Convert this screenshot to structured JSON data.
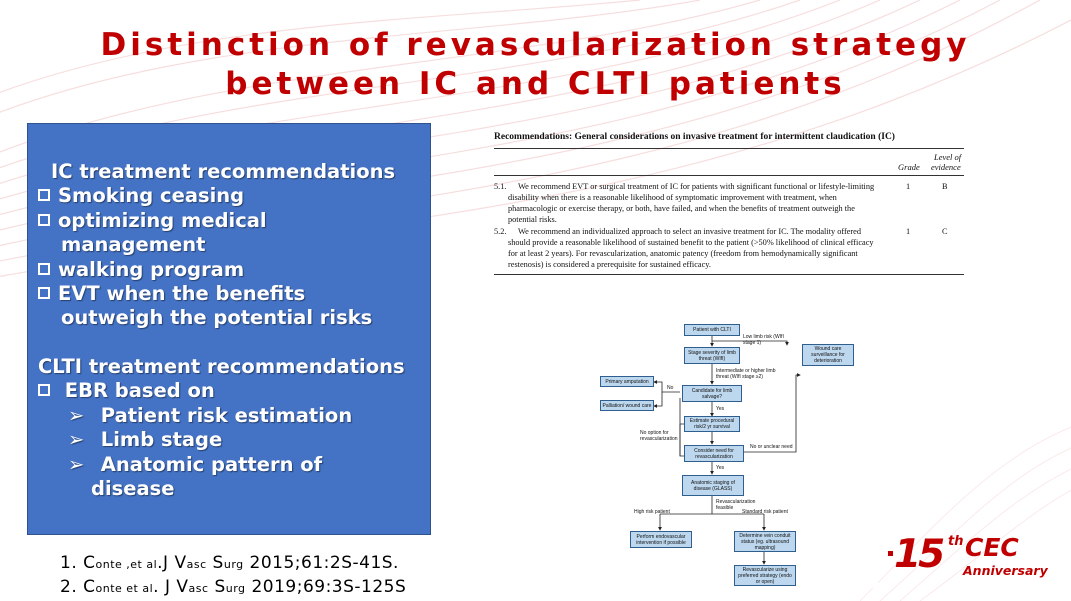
{
  "slide": {
    "title_line1": "Distinction of revascularization strategy",
    "title_line2": "between IC and CLTI patients"
  },
  "bluebox": {
    "ic_heading": "IC treatment recommendations",
    "ic_items": [
      "Smoking ceasing",
      "optimizing medical",
      "management",
      "walking program",
      "EVT when the benefits",
      "outweigh the potential risks"
    ],
    "clti_heading": "CLTI treatment recommendations",
    "clti_item": "EBR based on",
    "clti_subitems": [
      "Patient risk estimation",
      "Limb stage",
      "Anatomic pattern of",
      "disease"
    ]
  },
  "references": {
    "ref1_num": "1. ",
    "ref1_author_C": "C",
    "ref1_author_rest": "onte ,et al",
    "ref1_J": ".J V",
    "ref1_asc": "asc",
    "ref1_S": " S",
    "ref1_urg": "urg",
    "ref1_tail": " 2015;61:2S-41S.",
    "ref2_num": "2. ",
    "ref2_author_C": "C",
    "ref2_author_rest": "onte et al",
    "ref2_J": ". J V",
    "ref2_asc": "asc",
    "ref2_S": " S",
    "ref2_urg": "urg",
    "ref2_tail": " 2019;69:3S-125S"
  },
  "rec_table": {
    "title": "Recommendations: General considerations on invasive treatment for intermittent claudication (IC)",
    "col_grade": "Grade",
    "col_level1": "Level of",
    "col_level2": "evidence",
    "rows": [
      {
        "num": "5.1.",
        "text": "We recommend EVT or surgical treatment of IC for patients with significant functional or lifestyle-limiting disability when there is a reasonable likelihood of symptomatic improvement with treatment, when pharmacologic or exercise therapy, or both, have failed, and when the benefits of treatment outweigh the potential risks.",
        "grade": "1",
        "evidence": "B"
      },
      {
        "num": "5.2.",
        "text": "We recommend an individualized approach to select an invasive treatment for IC. The modality offered should provide a reasonable likelihood of sustained benefit to the patient (>50% likelihood of clinical efficacy for at least 2 years). For revascularization, anatomic patency (freedom from hemodynamically significant restenosis) is considered a prerequisite for sustained efficacy.",
        "grade": "1",
        "evidence": "C"
      }
    ]
  },
  "flowchart": {
    "patient": "Patient with CLTI",
    "stage": "Stage severity of limb threat (WIfI)",
    "low_risk": "Low limb risk (WIfI stage 1)",
    "wound": "Wound care surveillance for deterioration",
    "intermediate": "Intermediate or higher limb threat (WIfI stage ≥2)",
    "primary": "Primary amputation",
    "candidate": "Candidate for limb salvage?",
    "no": "No",
    "palliation": "Palliation/ wound care",
    "yes1": "Yes",
    "no_option": "No option for revascularization",
    "estimate": "Estimate procedural risk/2 yr survival",
    "consider": "Consider need for revascularization",
    "unclear": "No or unclear need",
    "yes2": "Yes",
    "anatomic": "Anatomic staging of disease (GLASS)",
    "feasible": "Revascularization feasible",
    "high_risk": "High risk patient",
    "standard_risk": "Standard risk patient",
    "endovascular": "Perform endovascular intervention if possible",
    "vein": "Determine vein conduit status (eg. ultrasound mapping)",
    "revasc": "Revascularize using preferred strategy (endo or open)"
  },
  "logo": {
    "number": "15",
    "suffix": "th",
    "brand": "CEC",
    "subtitle": "Anniversary"
  },
  "colors": {
    "title_red": "#c00000",
    "box_blue": "#4472c4",
    "flow_box": "#bdd7ee"
  }
}
